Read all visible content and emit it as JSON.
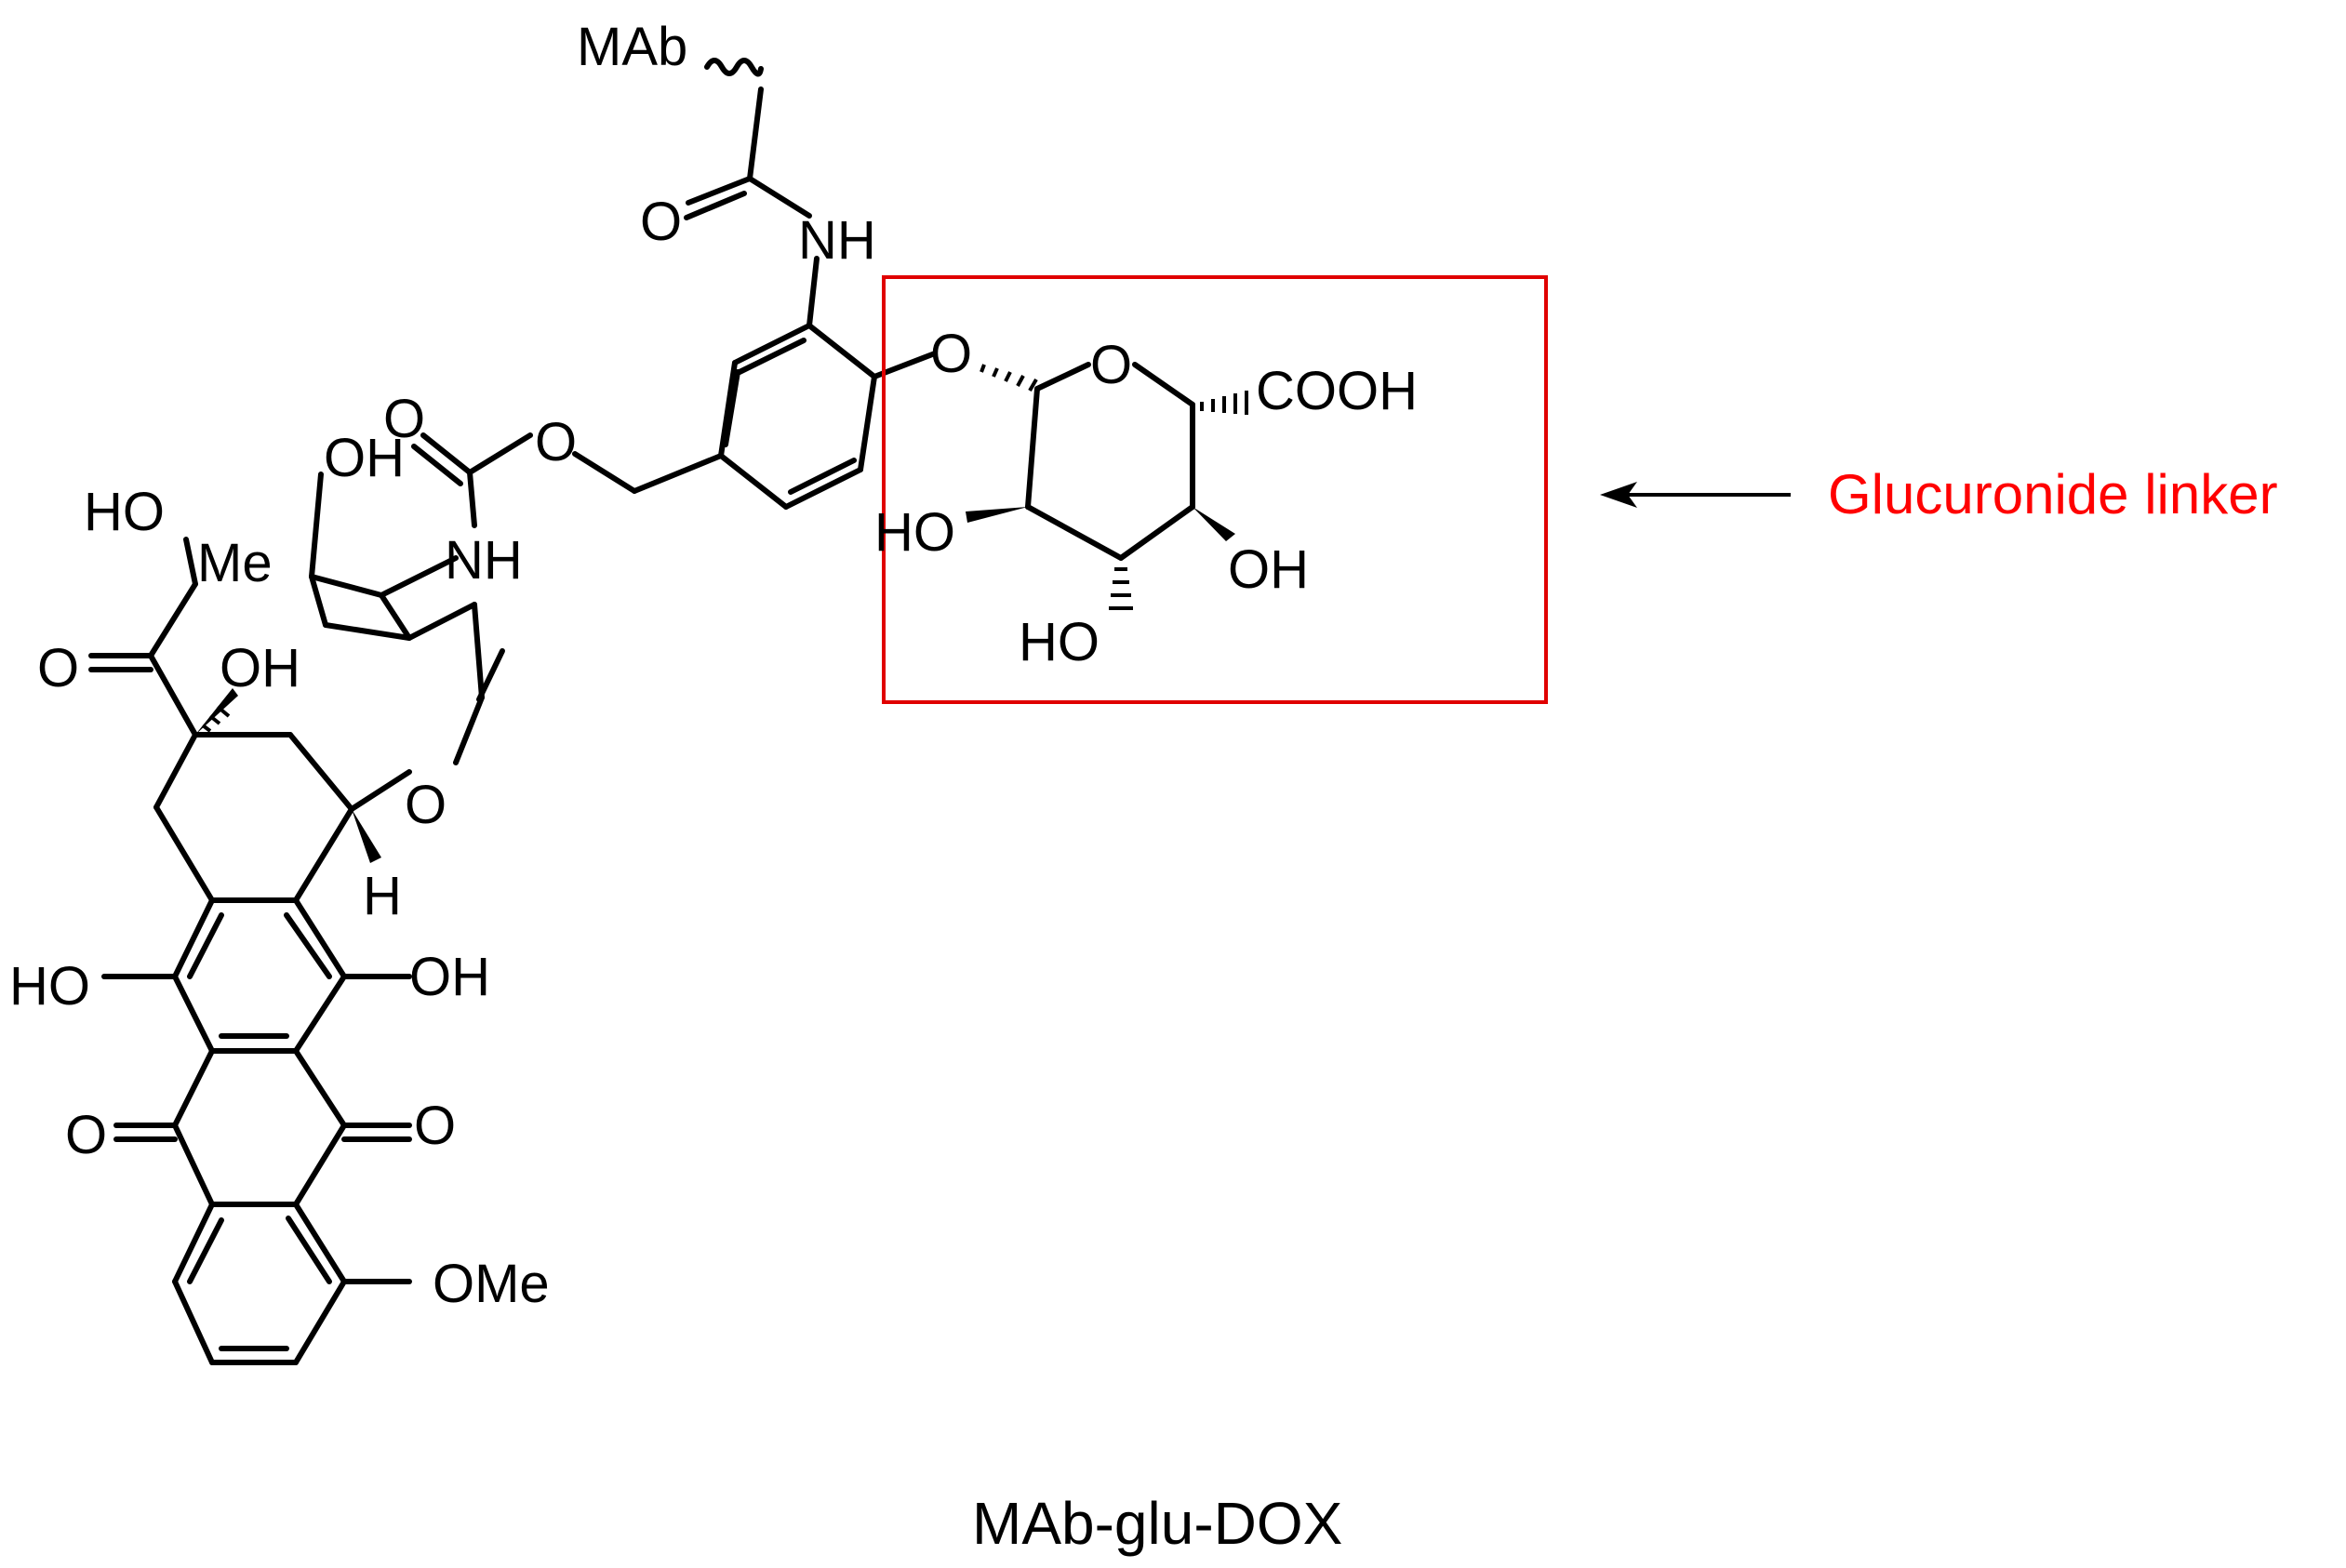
{
  "caption": "MAb-glu-DOX",
  "callout": {
    "label": "Glucuronide linker",
    "color": "#ff0000"
  },
  "atoms": {
    "mab": "MAb",
    "o_amide": "O",
    "nh_amide": "NH",
    "o_carbamate_carbonyl": "O",
    "o_carbamate_ester": "O",
    "nh_carbamate": "NH",
    "oh_sugar_top": "OH",
    "me": "Me",
    "ho_side": "HO",
    "o_ketone": "O",
    "oh_c9": "OH",
    "o_ring": "O",
    "h_c7": "H",
    "ho_left": "HO",
    "oh_right": "OH",
    "o_quinone_left": "O",
    "o_quinone_right": "O",
    "ome": "OMe",
    "o_glycosidic": "O",
    "o_pyranose": "O",
    "cooh": "COOH",
    "ho_c2": "HO",
    "oh_c4": "OH",
    "ho_c3": "HO"
  }
}
